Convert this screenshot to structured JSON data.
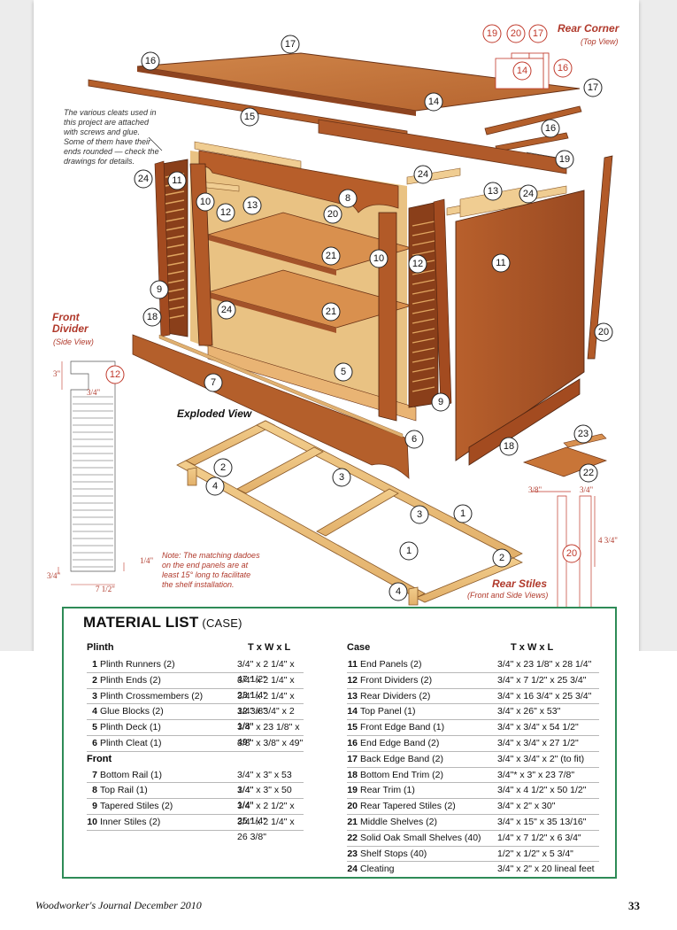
{
  "notes": {
    "cleats": "The various cleats used in this project are attached with screws and glue. Some of them have their ends rounded — check the drawings for details.",
    "dadoes": "Note: The matching dadoes on the end panels are at least 15° long to facilitate the shelf installation."
  },
  "labels": {
    "rear_corner": "Rear Corner",
    "rear_corner_sub": "(Top View)",
    "front_divider": "Front Divider",
    "front_divider_sub": "(Side View)",
    "exploded_view": "Exploded View",
    "rear_stiles": "Rear Stiles",
    "rear_stiles_sub": "(Front and Side Views)"
  },
  "dimensions": {
    "d_3": "3\"",
    "d_3_4a": "3/4\"",
    "d_1_4": "1/4\"",
    "d_3_4b": "3/4\"",
    "d_7_half": "7 1/2\"",
    "d_3_8": "3/8\"",
    "d_3_4c": "3/4\"",
    "d_4_3_4": "4 3/4\""
  },
  "callouts": {
    "c1": "1",
    "c2": "2",
    "c3": "3",
    "c4": "4",
    "c5": "5",
    "c6": "6",
    "c7": "7",
    "c8": "8",
    "c9": "9",
    "c10": "10",
    "c11": "11",
    "c12": "12",
    "c13": "13",
    "c14": "14",
    "c15": "15",
    "c16": "16",
    "c17": "17",
    "c18": "18",
    "c19": "19",
    "c20": "20",
    "c21": "21",
    "c22": "22",
    "c23": "23",
    "c24": "24"
  },
  "material_list": {
    "title": "MATERIAL LIST",
    "subtitle": "(CASE)",
    "left": {
      "section_plinth": "Plinth",
      "dims_header": "T x W x L",
      "plinth": [
        {
          "num": "1",
          "name": "Plinth Runners (2)",
          "dims": "3/4\" x 2 1/4\" x 47 1/2\""
        },
        {
          "num": "2",
          "name": "Plinth Ends (2)",
          "dims": "3/4\" x 2 1/4\" x 23 1/4\""
        },
        {
          "num": "3",
          "name": "Plinth Crossmembers (2)",
          "dims": "3/4\" x 2 1/4\" x 12 3/8\""
        },
        {
          "num": "4",
          "name": "Glue Blocks (2)",
          "dims": "3/4\" x 3/4\" x 2 1/8\""
        },
        {
          "num": "5",
          "name": "Plinth Deck (1)",
          "dims": "3/4\" x 23 1/8\" x 49\""
        },
        {
          "num": "6",
          "name": "Plinth Cleat (1)",
          "dims": "3/8\" x 3/8\" x 49\""
        }
      ],
      "section_front": "Front",
      "front": [
        {
          "num": "7",
          "name": "Bottom Rail (1)",
          "dims": "3/4\" x 3\" x 53 1/4\""
        },
        {
          "num": "8",
          "name": "Top Rail (1)",
          "dims": "3/4\" x 3\" x 50 1/4\""
        },
        {
          "num": "9",
          "name": "Tapered Stiles (2)",
          "dims": "3/4\" x 2 1/2\" x 25 1/4\""
        },
        {
          "num": "10",
          "name": "Inner Stiles (2)",
          "dims": "3/4\" x 2 1/4\" x 26 3/8\""
        }
      ]
    },
    "right": {
      "section_case": "Case",
      "dims_header": "T x W x L",
      "case": [
        {
          "num": "11",
          "name": "End Panels (2)",
          "dims": "3/4\" x 23 1/8\" x 28 1/4\""
        },
        {
          "num": "12",
          "name": "Front Dividers (2)",
          "dims": "3/4\" x 7 1/2\" x 25 3/4\""
        },
        {
          "num": "13",
          "name": "Rear Dividers (2)",
          "dims": "3/4\" x 16 3/4\" x 25 3/4\""
        },
        {
          "num": "14",
          "name": "Top Panel (1)",
          "dims": "3/4\" x 26\" x 53\""
        },
        {
          "num": "15",
          "name": "Front Edge Band (1)",
          "dims": "3/4\" x 3/4\" x 54 1/2\""
        },
        {
          "num": "16",
          "name": "End Edge Band (2)",
          "dims": "3/4\" x 3/4\" x 27 1/2\""
        },
        {
          "num": "17",
          "name": "Back Edge Band (2)",
          "dims": "3/4\" x 3/4\" x 2\" (to fit)"
        },
        {
          "num": "18",
          "name": "Bottom End Trim (2)",
          "dims": "3/4\"* x 3\" x 23 7/8\""
        },
        {
          "num": "19",
          "name": "Rear Trim (1)",
          "dims": "3/4\" x 4 1/2\" x 50 1/2\""
        },
        {
          "num": "20",
          "name": "Rear Tapered Stiles (2)",
          "dims": "3/4\" x 2\" x 30\""
        },
        {
          "num": "21",
          "name": "Middle Shelves (2)",
          "dims": "3/4\" x 15\" x 35 13/16\""
        },
        {
          "num": "22",
          "name": "Solid Oak Small Shelves (40)",
          "dims": "1/4\" x 7 1/2\" x 6 3/4\""
        },
        {
          "num": "23",
          "name": "Shelf Stops (40)",
          "dims": "1/2\" x 1/2\" x 5 3/4\""
        },
        {
          "num": "24",
          "name": "Cleating",
          "dims": "3/4\" x 2\" x 20 lineal feet"
        }
      ]
    }
  },
  "footer": {
    "publication": "Woodworker's Journal   December 2010",
    "page_number": "33"
  },
  "colors": {
    "wood_dark": "#a0522d",
    "wood_mid": "#c8783c",
    "wood_light": "#e8b978",
    "accent_red": "#b0392b",
    "box_border": "#2e8b57"
  }
}
